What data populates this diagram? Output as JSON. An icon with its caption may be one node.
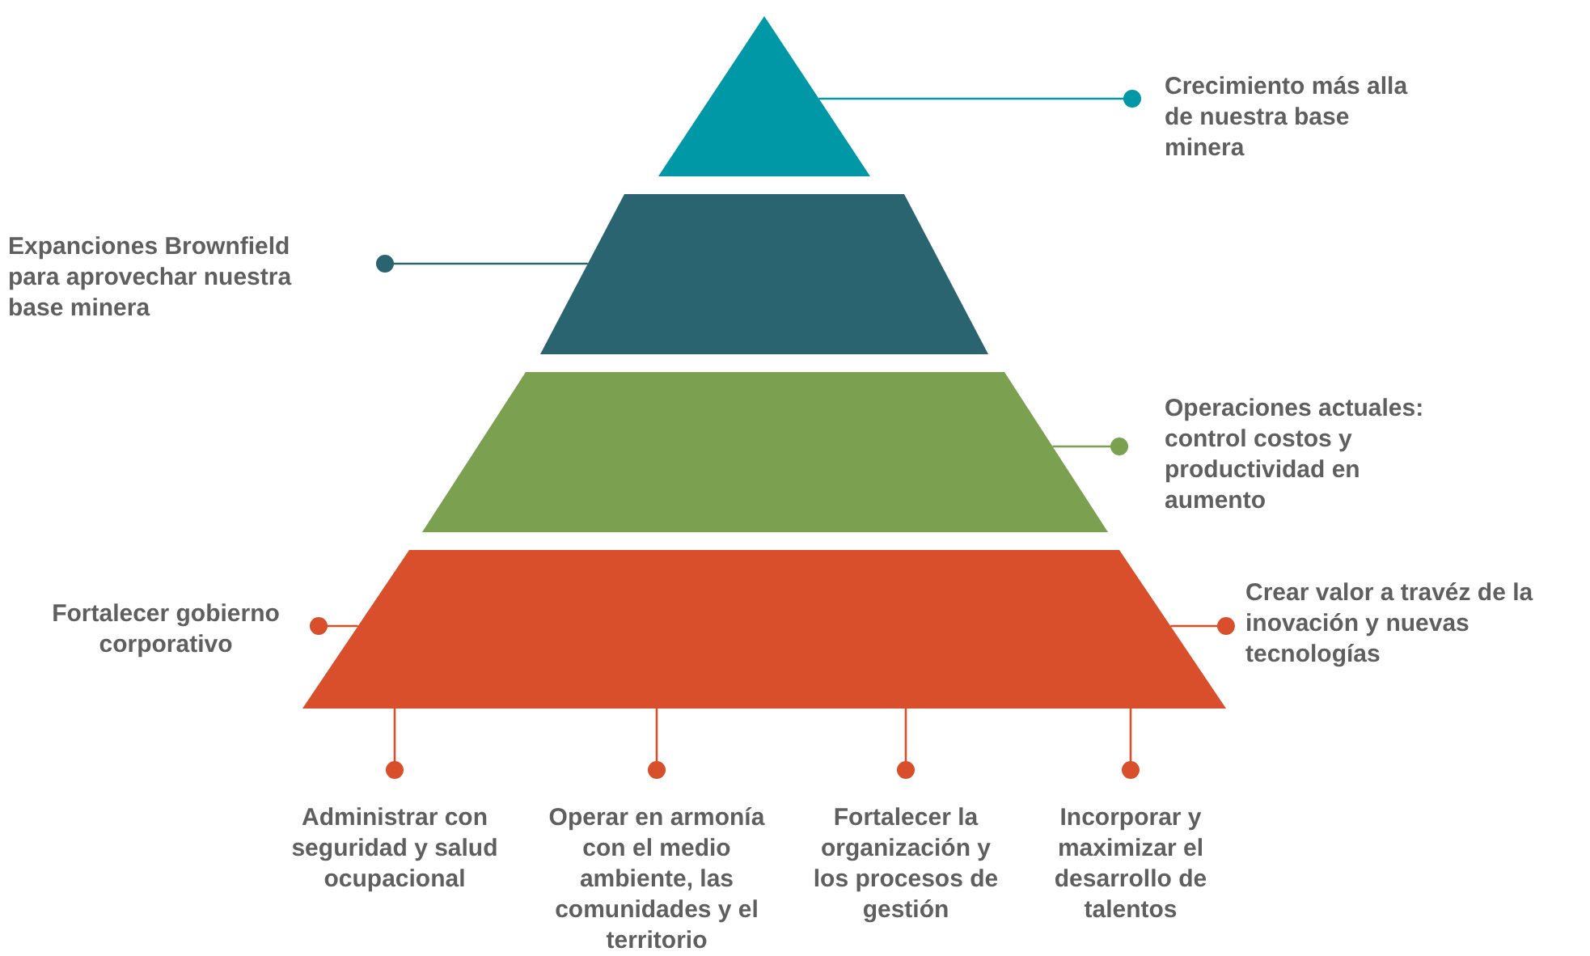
{
  "diagram": {
    "nodes": [
      {
        "text": [],
        "shape": "triangle"
      },
      {
        "text": [],
        "shape": "trapezoid"
      },
      {
        "text": [],
        "shape": "trapezoid"
      },
      {
        "text": [],
        "shape": "trapezoid"
      },
      {
        "text": [
          "Crecimiento más alla de nuestra base minera"
        ]
      },
      {
        "text": [
          "Expanciones Brownfield para aprovechar nuestra base minera"
        ]
      },
      {
        "text": [
          "Operaciones actuales: control costos y productividad en aumento"
        ]
      },
      {
        "text": [
          "Fortalecer gobierno corporativo"
        ]
      },
      {
        "text": [
          "Crear valor a travéz de la inovación y nuevas tecnologías"
        ]
      },
      {
        "text": [
          "Administrar con seguridad y salud ocupacional"
        ]
      },
      {
        "text": [
          "Operar en armonía con el medio ambiente, las comunidades y el territorio"
        ]
      },
      {
        "text": [
          "Fortalecer la organización y los procesos de gestión"
        ]
      },
      {
        "text": [
          "Incorporar y maximizar el desarrollo de talentos"
        ]
      }
    ],
    "edges": [
      {
        "from": 4,
        "to": 0,
        "arrow": "other",
        "color": "#0097a7"
      },
      {
        "from": 5,
        "to": 1,
        "arrow": "other",
        "color": "#2a6470"
      },
      {
        "from": 6,
        "to": 2,
        "arrow": "other",
        "color": "#7ba050"
      },
      {
        "from": 7,
        "to": 3,
        "arrow": "other"
      },
      {
        "from": 8,
        "to": 3,
        "arrow": "other"
      },
      {
        "from": 9,
        "to": 3,
        "arrow": "other"
      },
      {
        "from": 10,
        "to": 3,
        "arrow": "other"
      },
      {
        "from": 11,
        "to": 3,
        "arrow": "other"
      },
      {
        "from": 12,
        "to": 3,
        "arrow": "other"
      }
    ]
  }
}
